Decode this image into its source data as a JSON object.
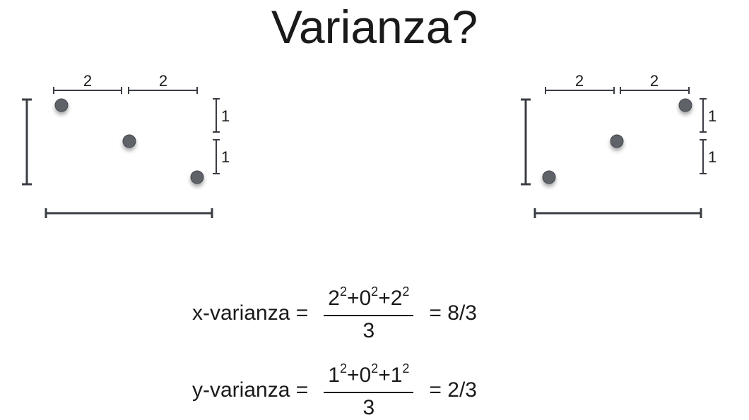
{
  "title": "Varianza?",
  "left_diagram": {
    "top_spacing": [
      "2",
      "2"
    ],
    "side_spacing": [
      "1",
      "1"
    ]
  },
  "right_diagram": {
    "top_spacing": [
      "2",
      "2"
    ],
    "side_spacing": [
      "1",
      "1"
    ]
  },
  "equations": {
    "x": {
      "label": "x-varianza =",
      "terms": [
        {
          "base": "2",
          "exp": "2",
          "op": "+"
        },
        {
          "base": "0",
          "exp": "2",
          "op": "+"
        },
        {
          "base": "2",
          "exp": "2",
          "op": ""
        }
      ],
      "denominator": "3",
      "result": "= 8/3"
    },
    "y": {
      "label": "y-varianza =",
      "terms": [
        {
          "base": "1",
          "exp": "2",
          "op": "+"
        },
        {
          "base": "0",
          "exp": "2",
          "op": "+"
        },
        {
          "base": "1",
          "exp": "2",
          "op": ""
        }
      ],
      "denominator": "3",
      "result": "= 2/3"
    }
  },
  "colors": {
    "point": "#5f6269",
    "line": "#3a3d44"
  }
}
